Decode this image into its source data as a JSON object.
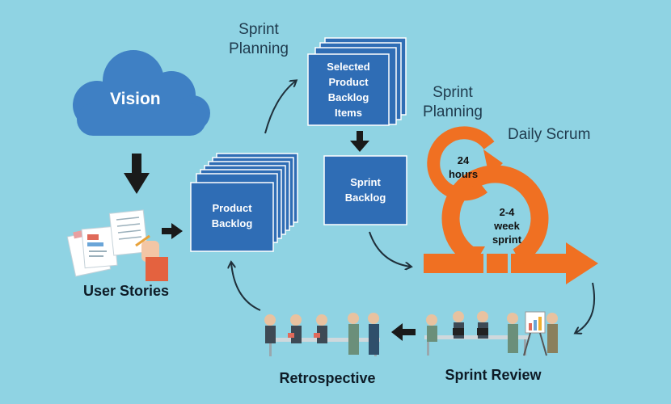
{
  "vision": "Vision",
  "user_stories": "User Stories",
  "product_backlog": [
    "Product",
    "Backlog"
  ],
  "sprint_planning_top": [
    "Sprint",
    "Planning"
  ],
  "selected_items": [
    "Selected",
    "Product",
    "Backlog",
    "Items"
  ],
  "sprint_backlog": [
    "Sprint",
    "Backlog"
  ],
  "sprint_planning_right": [
    "Sprint",
    "Planning"
  ],
  "daily_scrum": "Daily Scrum",
  "hours": [
    "24",
    "hours"
  ],
  "sprint_length": [
    "2-4",
    "week",
    "sprint"
  ],
  "sprint_review": "Sprint Review",
  "retrospective": "Retrospective",
  "colors": {
    "background": "#8fd3e3",
    "box_blue": "#2f6db5",
    "cloud_blue": "#3f80c4",
    "sprint_orange": "#f07022",
    "text_dark": "#0d1b26"
  }
}
